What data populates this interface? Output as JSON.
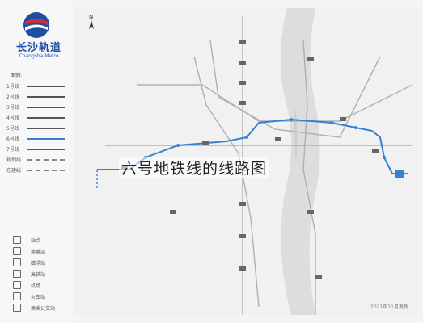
{
  "brand": {
    "name": "长沙轨道",
    "sub": "Changsha Metro"
  },
  "legend": {
    "title": "图例:",
    "lines": [
      {
        "label": "1号线",
        "color": "#555555"
      },
      {
        "label": "2号线",
        "color": "#555555"
      },
      {
        "label": "3号线",
        "color": "#555555"
      },
      {
        "label": "4号线",
        "color": "#555555"
      },
      {
        "label": "5号线",
        "color": "#555555"
      },
      {
        "label": "6号线",
        "color": "#3b7fd0"
      },
      {
        "label": "7号线",
        "color": "#555555"
      },
      {
        "label": "规划线",
        "color": "#999999"
      },
      {
        "label": "在建线",
        "color": "#999999"
      }
    ],
    "symbols": [
      {
        "label": "站点",
        "icon": "station-icon"
      },
      {
        "label": "换乘站",
        "icon": "transfer-icon"
      },
      {
        "label": "磁浮站",
        "icon": "maglev-icon"
      },
      {
        "label": "高铁站",
        "icon": "railway-icon"
      },
      {
        "label": "机场",
        "icon": "airport-icon"
      },
      {
        "label": "火车站",
        "icon": "train-icon"
      },
      {
        "label": "换乘公交站",
        "icon": "bus-icon"
      }
    ]
  },
  "map_title": "六号地铁线的线路图",
  "footer": "2021年11月更新",
  "colors": {
    "line6": "#3b7fd0",
    "river": "#dcdcdc",
    "other_lines": "#b5b5b5"
  }
}
